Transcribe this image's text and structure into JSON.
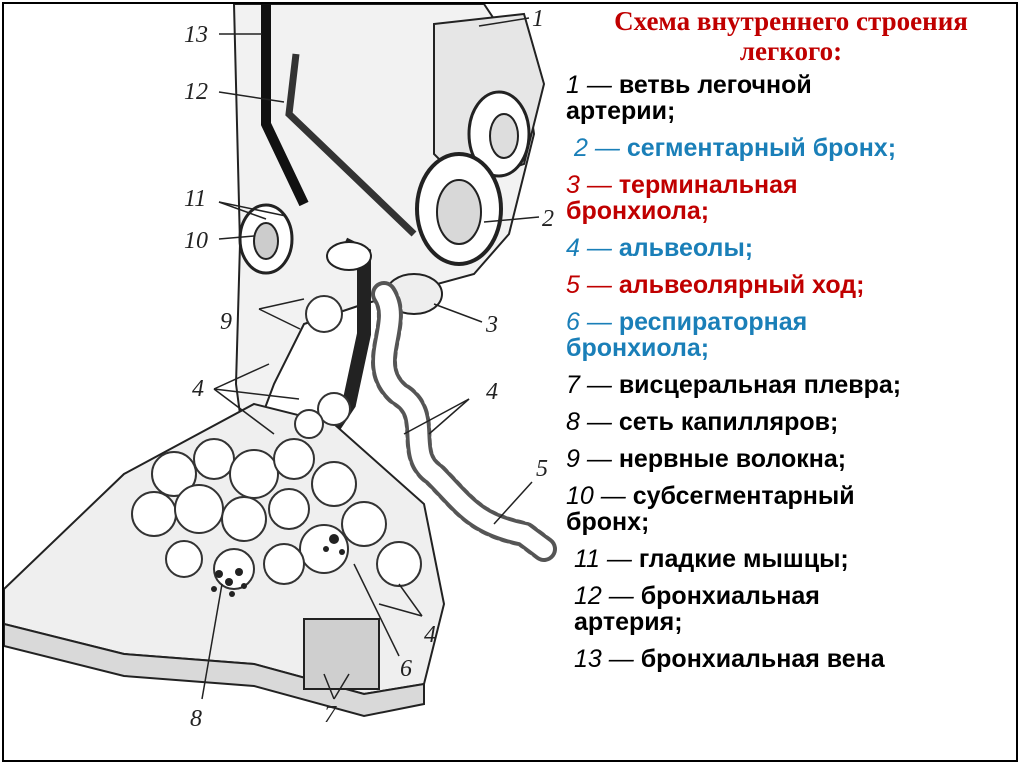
{
  "legend": {
    "title": "Схема внутреннего строения\nлегкого:",
    "items": [
      {
        "num": "1",
        "text": "ветвь легочной\nартерии;",
        "color": "black"
      },
      {
        "num": "2",
        "text": "сегментарный бронх;",
        "color": "blue"
      },
      {
        "num": "3",
        "text": "терминальная\nбронхиола;",
        "color": "red"
      },
      {
        "num": "4",
        "text": "альвеолы;",
        "color": "blue"
      },
      {
        "num": "5",
        "text": "альвеолярный ход;",
        "color": "red"
      },
      {
        "num": "6",
        "text": "респираторная\nбронхиола;",
        "color": "blue"
      },
      {
        "num": "7",
        "text": "висцеральная плевра;",
        "color": "black"
      },
      {
        "num": "8",
        "text": "сеть капилляров;",
        "color": "black"
      },
      {
        "num": "9",
        "text": "нервные волокна;",
        "color": "black"
      },
      {
        "num": "10",
        "text": "субсегментарный\nбронх;",
        "color": "black"
      },
      {
        "num": "11",
        "text": "гладкие мышцы;",
        "color": "black"
      },
      {
        "num": "12",
        "text": "бронхиальная\nартерия;",
        "color": "black"
      },
      {
        "num": "13",
        "text": "бронхиальная вена",
        "color": "black"
      }
    ],
    "separator": "—"
  },
  "figure": {
    "labels": {
      "l1": "1",
      "l2": "2",
      "l3": "3",
      "l4a": "4",
      "l4b": "4",
      "l4c": "4",
      "l5": "5",
      "l6": "6",
      "l7": "7",
      "l8": "8",
      "l9": "9",
      "l10": "10",
      "l11": "11",
      "l12": "12",
      "l13": "13"
    }
  },
  "colors": {
    "red": "#c00000",
    "blue": "#1a7fb8",
    "black": "#000000"
  }
}
